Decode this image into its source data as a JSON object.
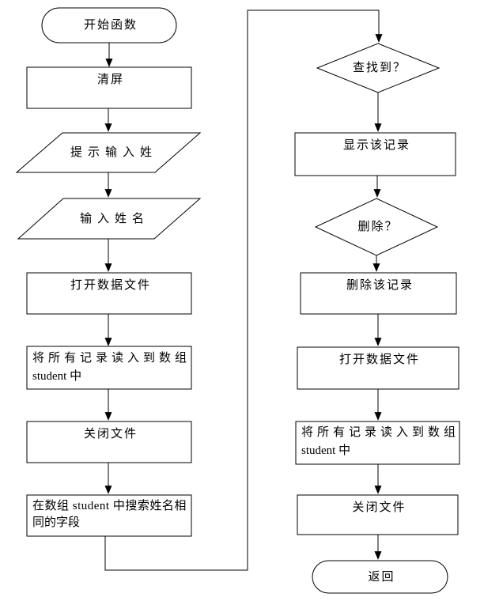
{
  "diagram": {
    "type": "flowchart",
    "background_color": "#ffffff",
    "line_color": "#000000",
    "text_color": "#000000",
    "nodes": {
      "start": {
        "shape": "terminator",
        "label": "开始函数"
      },
      "clear_screen": {
        "shape": "process",
        "label": "清屏"
      },
      "prompt_surname": {
        "shape": "input-output",
        "label": "提示输入姓"
      },
      "input_name": {
        "shape": "input-output",
        "label": "输入姓名"
      },
      "open_file_1": {
        "shape": "process",
        "label": "打开数据文件"
      },
      "read_records_1": {
        "shape": "process",
        "line1": "将所有记录读入到数组",
        "line2": "student 中"
      },
      "close_file_1": {
        "shape": "process",
        "label": "关闭文件"
      },
      "search_array": {
        "shape": "process",
        "line1": "在数组 student 中搜索姓名相",
        "line2": "同的字段"
      },
      "found_q": {
        "shape": "decision",
        "label": "查找到？"
      },
      "display_record": {
        "shape": "process",
        "label": "显示该记录"
      },
      "delete_q": {
        "shape": "decision",
        "label": "删除？"
      },
      "delete_record": {
        "shape": "process",
        "label": "删除该记录"
      },
      "open_file_2": {
        "shape": "process",
        "label": "打开数据文件"
      },
      "read_records_2": {
        "shape": "process",
        "line1": "将所有记录读入到数组",
        "line2": "student 中"
      },
      "close_file_2": {
        "shape": "process",
        "label": "关闭文件"
      },
      "end": {
        "shape": "terminator",
        "label": "返回"
      }
    },
    "edges": [
      {
        "from": "start",
        "to": "clear_screen"
      },
      {
        "from": "clear_screen",
        "to": "prompt_surname"
      },
      {
        "from": "prompt_surname",
        "to": "input_name"
      },
      {
        "from": "input_name",
        "to": "open_file_1"
      },
      {
        "from": "open_file_1",
        "to": "read_records_1"
      },
      {
        "from": "read_records_1",
        "to": "close_file_1"
      },
      {
        "from": "close_file_1",
        "to": "search_array"
      },
      {
        "from": "search_array",
        "to": "found_q"
      },
      {
        "from": "found_q",
        "to": "display_record"
      },
      {
        "from": "display_record",
        "to": "delete_q"
      },
      {
        "from": "delete_q",
        "to": "delete_record"
      },
      {
        "from": "delete_record",
        "to": "open_file_2"
      },
      {
        "from": "open_file_2",
        "to": "read_records_2"
      },
      {
        "from": "read_records_2",
        "to": "close_file_2"
      },
      {
        "from": "close_file_2",
        "to": "end"
      }
    ]
  }
}
